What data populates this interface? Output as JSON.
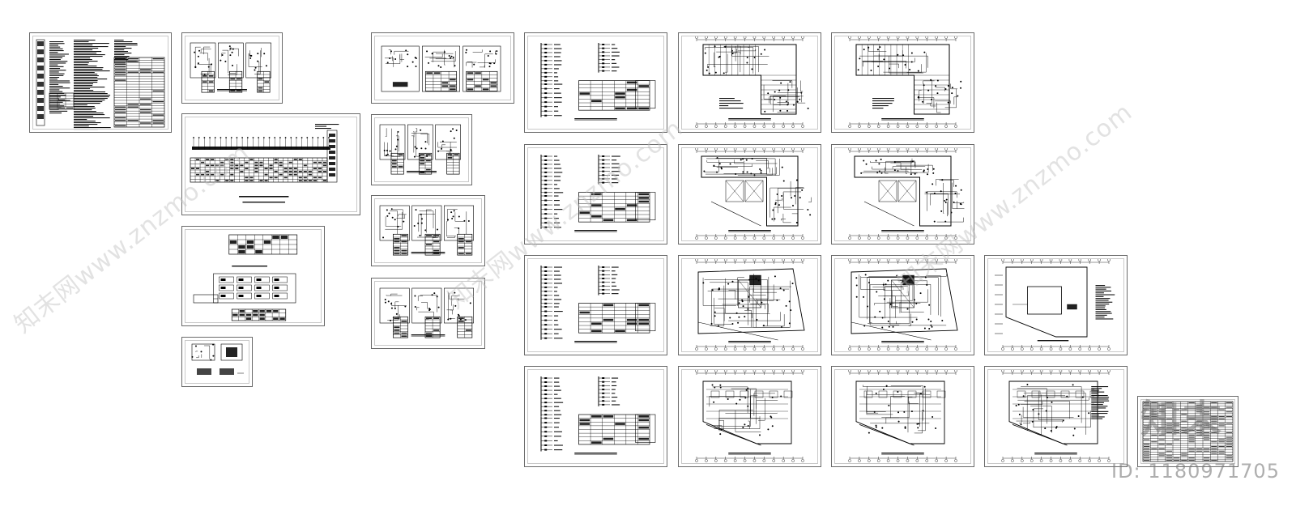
{
  "watermark": {
    "text": "知末网www.znzmo.com",
    "logo": "知末",
    "id_label": "ID: 1180971705",
    "color": "#bebebe"
  },
  "sheet_kinds": [
    "notes",
    "schematic",
    "riser",
    "panels",
    "floorplan",
    "site",
    "legend"
  ],
  "accent": "#000000",
  "frame_color": "#6a6a6a"
}
